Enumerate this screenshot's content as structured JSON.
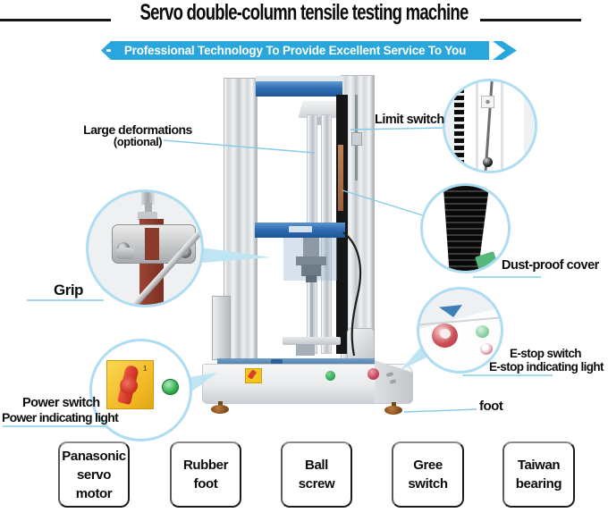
{
  "header": {
    "title": "Servo double-column tensile testing machine",
    "banner": "Professional Technology To Provide Excellent Service To You"
  },
  "callout_labels": {
    "limit_switch": "Limit switch",
    "large_deformations": "Large deformations",
    "large_deformations_note": "(optional)",
    "grip": "Grip",
    "dust_proof_cover": "Dust-proof cover",
    "e_stop_switch": "E-stop switch",
    "e_stop_indicating_light": "E-stop indicating light",
    "power_switch": "Power switch",
    "power_indicating_light": "Power indicating light",
    "foot": "foot"
  },
  "machine": {
    "power_switch_marking": "1"
  },
  "feature_boxes": [
    {
      "line1": "Panasonic",
      "line2": "servo motor"
    },
    {
      "line1": "Rubber",
      "line2": "foot"
    },
    {
      "line1": "Ball",
      "line2": "screw"
    },
    {
      "line1": "Gree",
      "line2": "switch"
    },
    {
      "line1": "Taiwan",
      "line2": "bearing"
    }
  ],
  "colors": {
    "banner_blue": "#29a7dd",
    "callout_ring": "#aedcf2",
    "leader_line": "#86cbe8",
    "beam_blue": "#2d6ab0",
    "deck_blue": "#4d7fa9"
  }
}
